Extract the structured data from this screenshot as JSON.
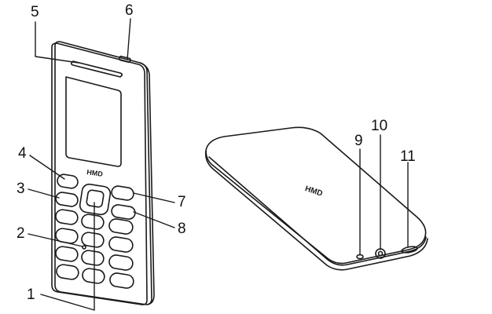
{
  "brand_logo_text": "HMD",
  "callouts": [
    "1",
    "2",
    "3",
    "4",
    "5",
    "6",
    "7",
    "8",
    "9",
    "10",
    "11"
  ],
  "colors": {
    "stroke": "#1a1a1a",
    "background": "#ffffff"
  }
}
